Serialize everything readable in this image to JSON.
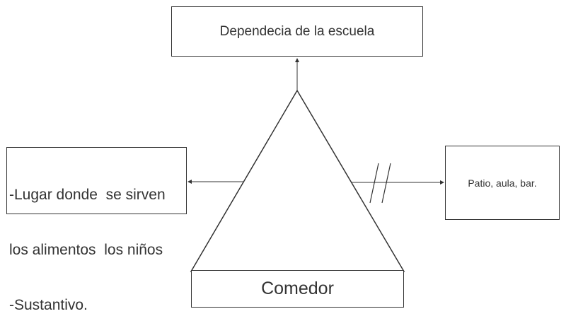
{
  "diagram": {
    "top_box": {
      "label": "Dependecia de la escuela"
    },
    "left_box": {
      "lines": [
        "-Lugar donde  se sirven",
        "los alimentos  los niños",
        "-Sustantivo."
      ]
    },
    "right_box": {
      "label": "Patio, aula, bar."
    },
    "bottom_box": {
      "label": "Comedor"
    }
  },
  "colors": {
    "stroke": "#333333",
    "background": "#ffffff"
  }
}
